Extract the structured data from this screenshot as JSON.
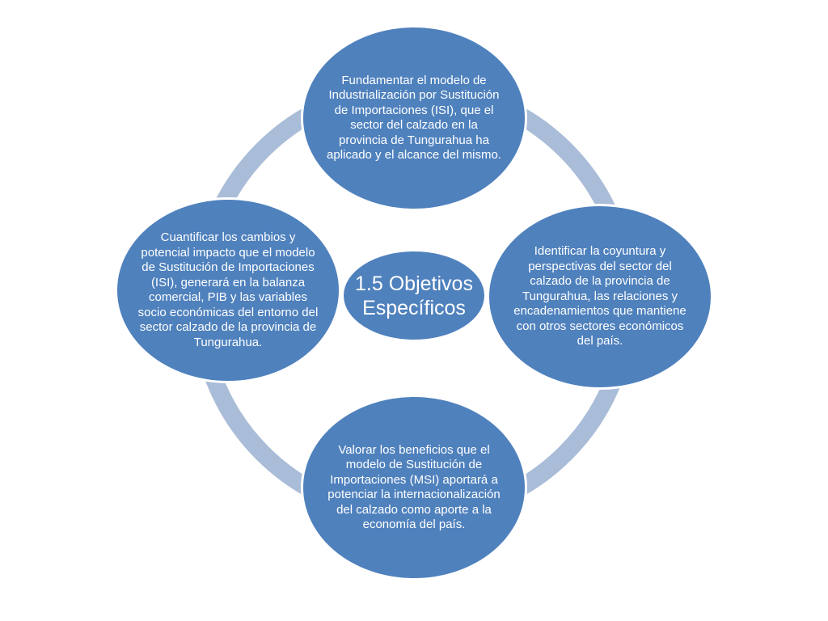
{
  "colors": {
    "node_fill": "#4f81bd",
    "ring": "#a9bcd8",
    "node_border": "#ffffff"
  },
  "center": {
    "text": "1.5 Objetivos Específicos"
  },
  "objectives": {
    "top": "Fundamentar el modelo de Industrialización por Sustitución de Importaciones (ISI), que el sector del calzado en la provincia de Tungurahua ha aplicado y el alcance del mismo.",
    "right": "Identificar la coyuntura y perspectivas del sector del calzado de la provincia de Tungurahua, las relaciones y encadenamientos que mantiene con otros sectores económicos del país.",
    "bottom": "Valorar los beneficios que el modelo de Sustitución de Importaciones (MSI) aportará a potenciar la internacionalización del calzado como aporte a la economía del país.",
    "left": "Cuantificar los cambios y potencial impacto que el modelo de Sustitución de Importaciones (ISI), generará en la balanza comercial, PIB y las variables socio económicas del entorno del sector calzado de la provincia de Tungurahua."
  }
}
